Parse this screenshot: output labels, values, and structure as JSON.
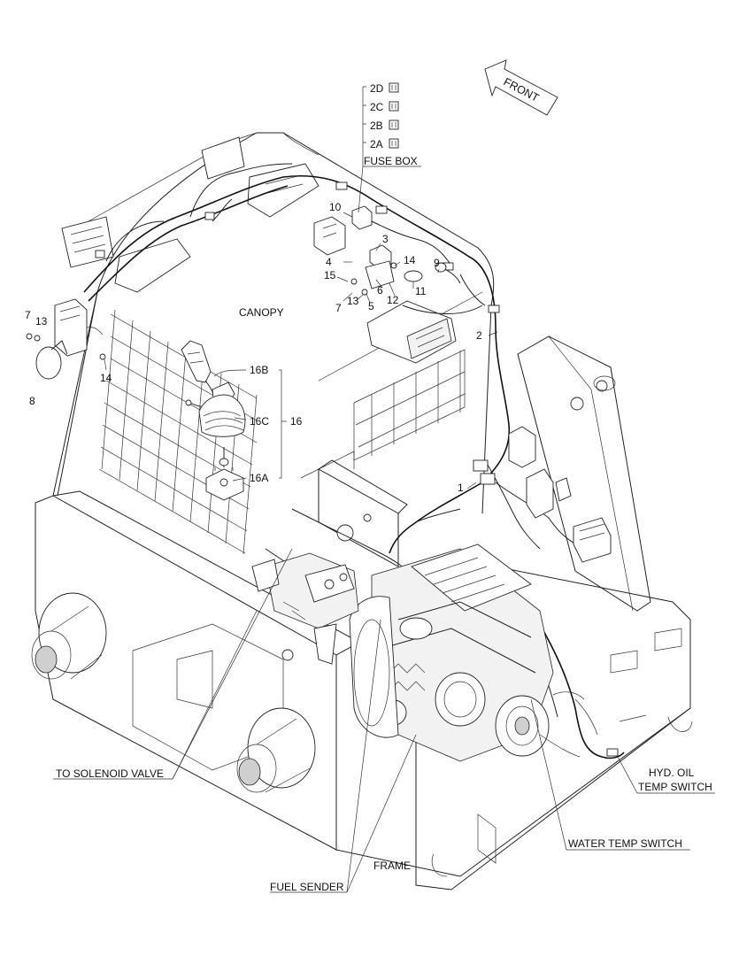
{
  "labels": {
    "front": "FRONT",
    "fuse_box": "FUSE BOX",
    "canopy": "CANOPY",
    "frame": "FRAME",
    "to_solenoid_valve": "TO SOLENOID VALVE",
    "fuel_sender": "FUEL SENDER",
    "water_temp_switch": "WATER TEMP SWITCH",
    "hyd_oil_line1": "HYD. OIL",
    "hyd_oil_line2": "TEMP SWITCH"
  },
  "callouts": {
    "fuse_2d": "2D",
    "fuse_2c": "2C",
    "fuse_2b": "2B",
    "fuse_2a": "2A",
    "c1": "1",
    "c2": "2",
    "c3": "3",
    "c4": "4",
    "c5": "5",
    "c6": "6",
    "c7_left": "7",
    "c7_mid": "7",
    "c8": "8",
    "c9": "9",
    "c10": "10",
    "c11": "11",
    "c12": "12",
    "c13_left": "13",
    "c13_mid": "13",
    "c14_left": "14",
    "c14_mid": "14",
    "c15": "15",
    "c16": "16",
    "c16a": "16A",
    "c16b": "16B",
    "c16c": "16C"
  }
}
